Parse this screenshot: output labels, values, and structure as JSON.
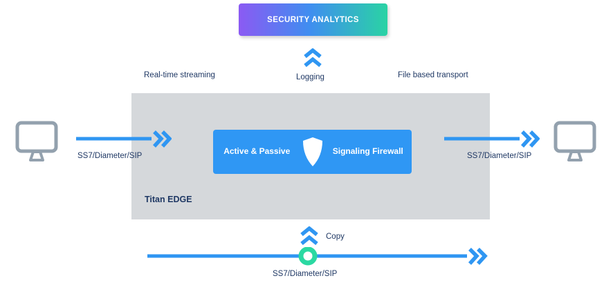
{
  "colors": {
    "accent_blue": "#2f96f2",
    "box_blue": "#2f97f4",
    "teal": "#2bd9a2",
    "navy": "#1f3864",
    "gray_box": "#d5d8db",
    "monitor_gray": "#93a1ae",
    "grad_left": "#8b5af3",
    "grad_mid": "#3f8ef0",
    "grad_right": "#2ad3a4"
  },
  "banner": {
    "label": "SECURITY ANALYTICS"
  },
  "labels": {
    "realtime": "Real-time streaming",
    "logging": "Logging",
    "file_transport": "File based transport",
    "copy": "Copy"
  },
  "titan_box": {
    "title": "Titan EDGE",
    "firewall_left": "Active & Passive",
    "firewall_right": "Signaling Firewall"
  },
  "protocols": {
    "left": "SS7/Diameter/SIP",
    "right": "SS7/Diameter/SIP",
    "bottom": "SS7/Diameter/SIP"
  }
}
